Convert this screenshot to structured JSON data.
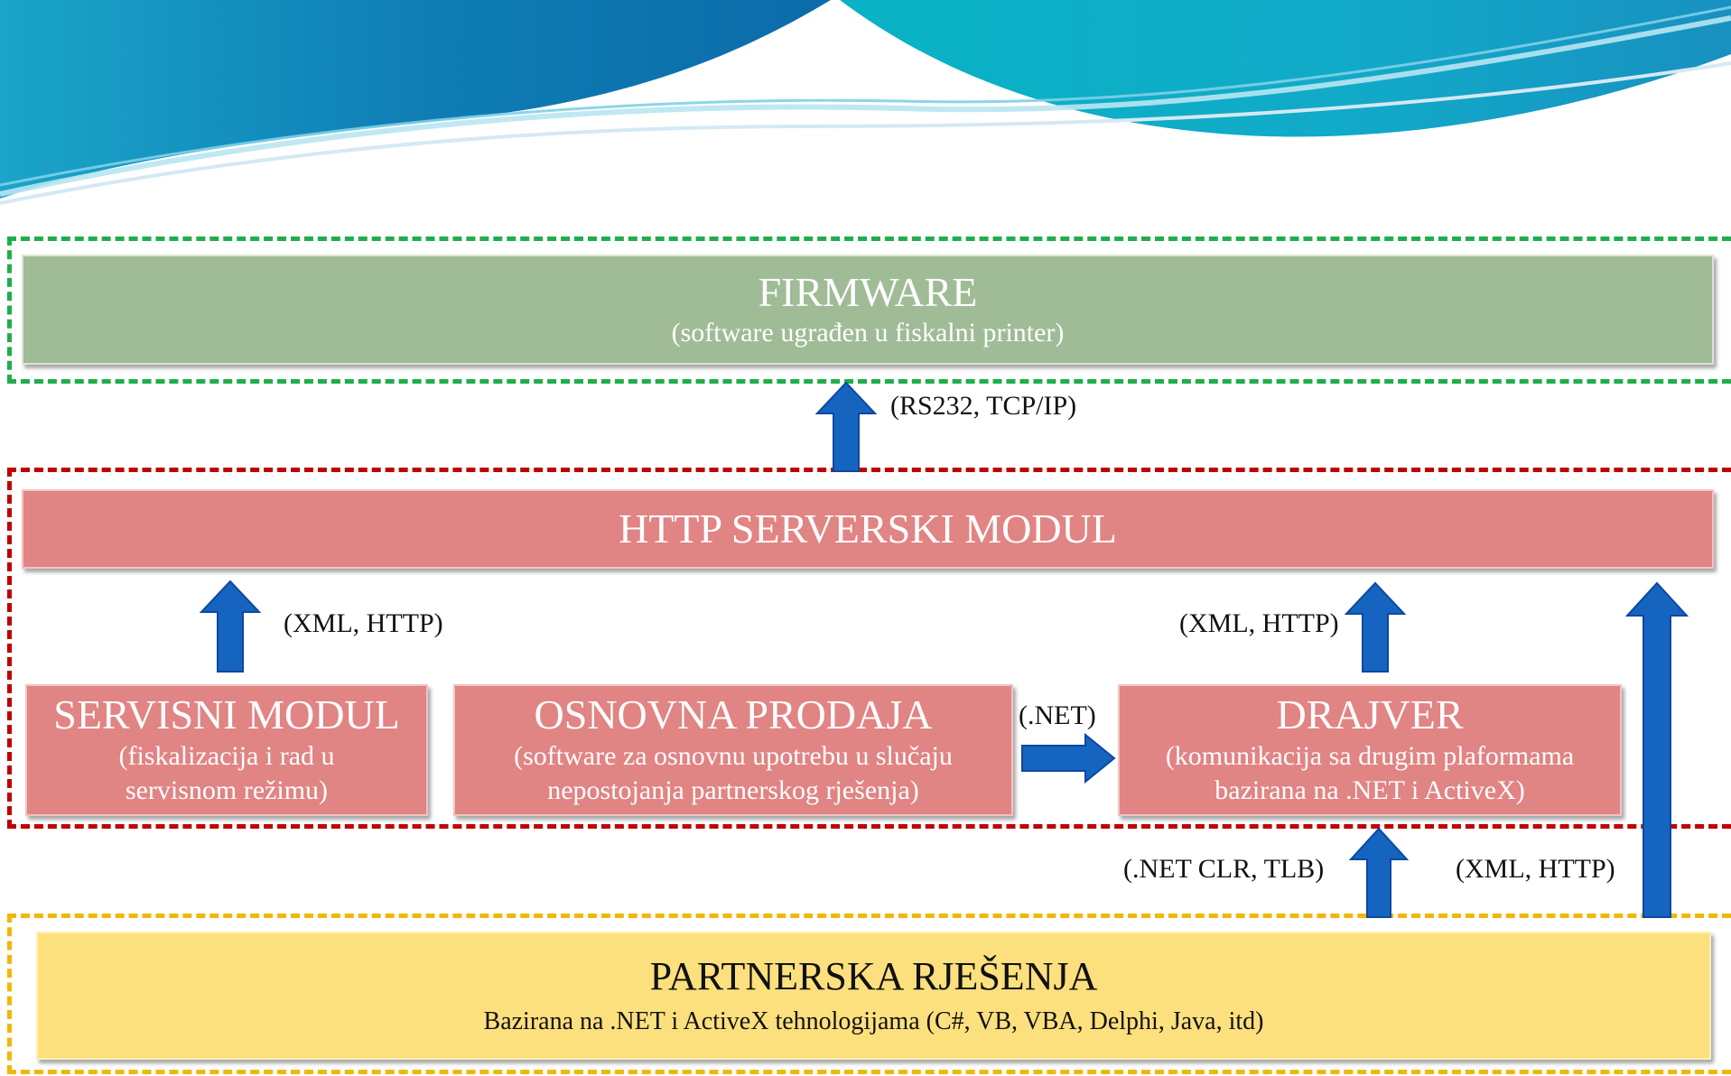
{
  "firmware": {
    "title": "FIRMWARE",
    "subtitle": "(software ugrađen u fiskalni printer)"
  },
  "http_module": {
    "title": "HTTP SERVERSKI MODUL"
  },
  "servisni_modul": {
    "title": "SERVISNI MODUL",
    "line1": "(fiskalizacija i rad u",
    "line2": "servisnom režimu)"
  },
  "osnovna_prodaja": {
    "title": "OSNOVNA PRODAJA",
    "line1": "(software za osnovnu upotrebu u slučaju",
    "line2": "nepostojanja partnerskog rješenja)"
  },
  "drajver": {
    "title": "DRAJVER",
    "line1": "(komunikacija sa drugim plaformama",
    "line2": "bazirana na .NET i ActiveX)"
  },
  "partnerska": {
    "title": "PARTNERSKA RJEŠENJA",
    "subtitle": "Bazirana na .NET i ActiveX tehnologijama (C#, VB, VBA, Delphi, Java, itd)"
  },
  "labels": {
    "rs232": "(RS232, TCP/IP)",
    "xml_http_left": "(XML, HTTP)",
    "xml_http_mid": "(XML, HTTP)",
    "dotnet": "(.NET)",
    "net_clr_tlb": "(.NET CLR, TLB)",
    "xml_http_right": "(XML, HTTP)"
  },
  "colors": {
    "firmware_border": "#1fae4b",
    "http_border": "#c00000",
    "partner_border": "#f2b705",
    "green_box": "#9fbc96",
    "red_box": "#e18484",
    "yellow_box": "#fde07e",
    "arrow": "#1565c0"
  },
  "icons": [
    "arrow-up-icon",
    "arrow-right-icon"
  ]
}
